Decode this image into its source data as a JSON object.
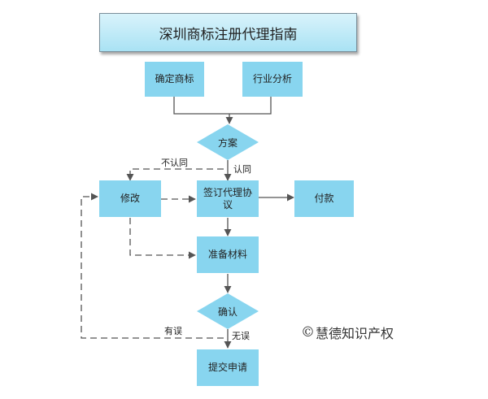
{
  "title": "深圳商标注册代理指南",
  "nodes": {
    "confirm_trademark": "确定商标",
    "industry_analysis": "行业分析",
    "plan": "方案",
    "modify": "修改",
    "sign_agreement": "签订代理协议",
    "payment": "付款",
    "prepare_materials": "准备材料",
    "confirm": "确认",
    "submit_application": "提交申请"
  },
  "edge_labels": {
    "disagree": "不认同",
    "agree": "认同",
    "has_error": "有误",
    "no_error": "无误"
  },
  "watermark": {
    "symbol": "©",
    "text": "慧德知识产权"
  },
  "colors": {
    "box_fill": "#88d5ef",
    "title_fill_top": "#d9f3fb",
    "title_fill_bottom": "#a9e2f4",
    "line": "#555555"
  }
}
